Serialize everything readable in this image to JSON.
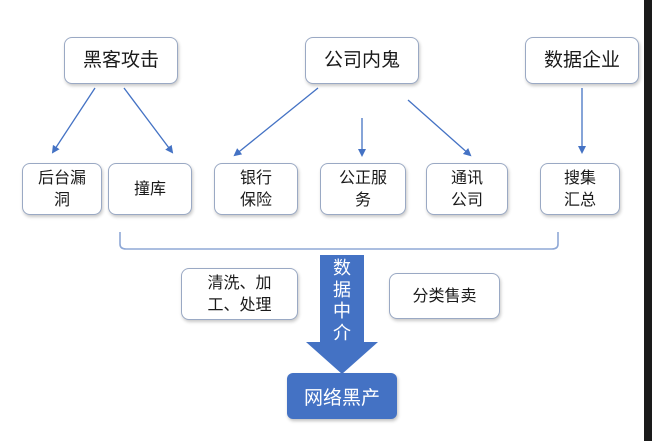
{
  "sources": {
    "hacker": "黑客攻击",
    "insider": "公司内鬼",
    "data_company": "数据企业"
  },
  "channels": {
    "backdoor": "后台漏\n洞",
    "credential_stuffing": "撞库",
    "bank_insurance": "银行\n保险",
    "notary_services": "公正服\n务",
    "telecom": "通讯\n公司",
    "collection": "搜集\n汇总"
  },
  "processing": {
    "clean": "清洗、加\n工、处理",
    "sell": "分类售卖"
  },
  "broker_arrow_label": "数\n据\n中\n介",
  "result": "网络黑产",
  "colors": {
    "arrow": "#4472c4",
    "bracket": "#8fa8d6",
    "node_border": "#9aa9c4",
    "result_fill": "#4472c4"
  }
}
